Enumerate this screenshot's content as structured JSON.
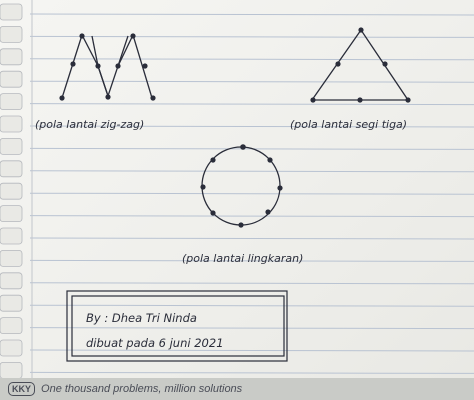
{
  "drawings": {
    "zigzag_label": "(pola lantai zig-zag)",
    "triangle_label": "(pola lantai segi tiga)",
    "circle_label": "(pola lantai lingkaran)"
  },
  "signature_box": {
    "line1": "By : Dhea Tri Ninda",
    "line2": "dibuat pada 6 juni 2021"
  },
  "footer": {
    "logo": "KKY",
    "tagline": "One thousand problems, million solutions"
  },
  "colors": {
    "paper": "#f4f4f0",
    "ruled_line": "#b9c3d2",
    "ink": "#2a2d3a"
  }
}
